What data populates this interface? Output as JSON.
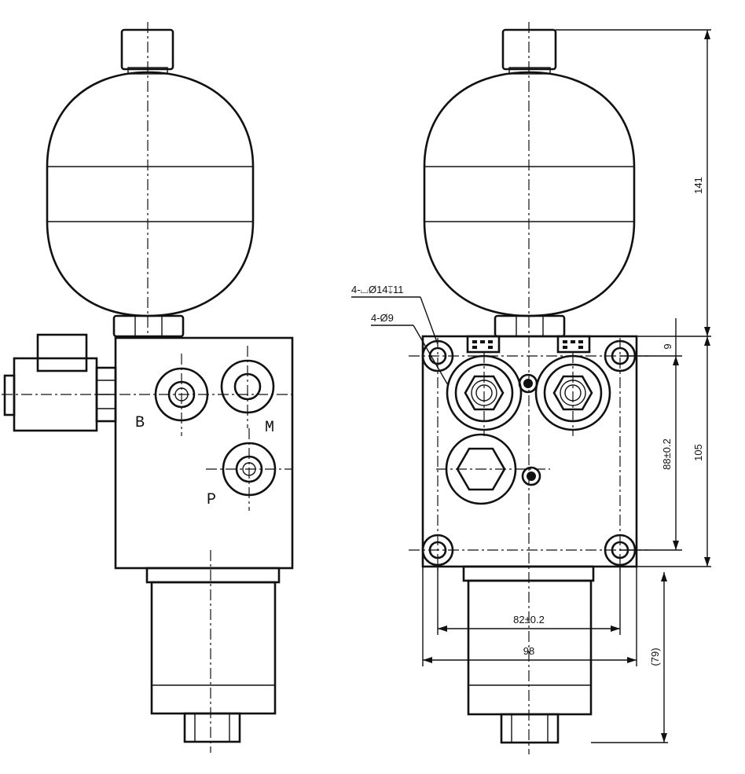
{
  "left_view": {
    "port_b": "B",
    "port_m": "M",
    "port_p": "P"
  },
  "right_view": {
    "callout_counterbore": "4-⌴Ø14↧11",
    "callout_holes": "4-Ø9",
    "dim_total_height": "141",
    "dim_flange": "9",
    "dim_body_height": "105",
    "dim_hole_pitch_v": "88±0.2",
    "dim_hole_pitch_h": "82±0.2",
    "dim_body_width": "98",
    "dim_motor_length": "(79)"
  }
}
